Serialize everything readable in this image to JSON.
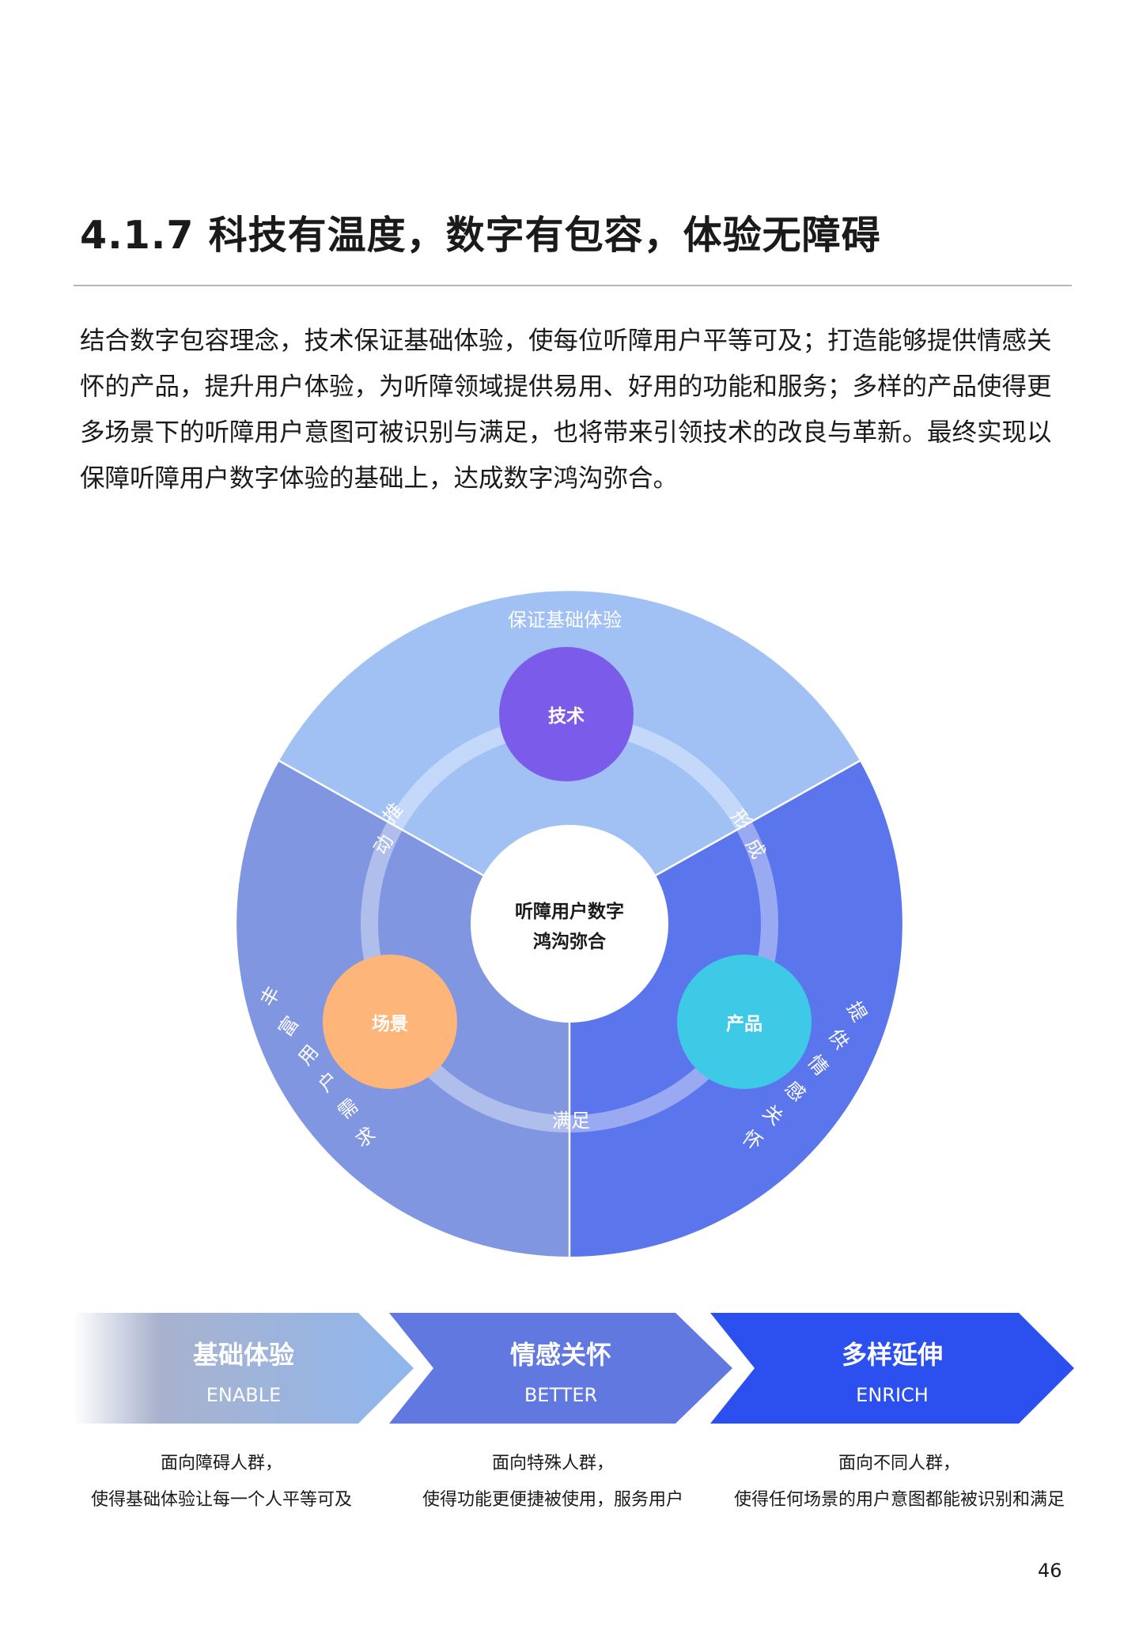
{
  "page": {
    "title": "4.1.7 科技有温度，数字有包容，体验无障碍",
    "intro": "结合数字包容理念，技术保证基础体验，使每位听障用户平等可及；打造能够提供情感关怀的产品，提升用户体验，为听障领域提供易用、好用的功能和服务；多样的产品使得更多场景下的听障用户意图可被识别与满足，也将带来引领技术的改良与革新。最终实现以保障听障用户数字体验的基础上，达成数字鸿沟弥合。",
    "number": "46"
  },
  "diagram": {
    "center_line1": "听障用户数字",
    "center_line2": "鸿沟弥合",
    "top_sector_label": "保证基础体验",
    "node_tech": "技术",
    "node_scene": "场景",
    "node_product": "产品",
    "arc_left_chars": [
      "推",
      "动"
    ],
    "arc_right_chars": [
      "形",
      "成"
    ],
    "arc_bottom_label": "满足",
    "outer_left_chars": [
      "丰",
      "富",
      "用",
      "户",
      "需",
      "求"
    ],
    "outer_right_chars": [
      "提",
      "供",
      "情",
      "感",
      "关",
      "怀"
    ],
    "colors": {
      "top_sector": "#a1c1f5",
      "left_sector": "#8096e1",
      "right_sector": "#5b76ec",
      "node_tech": "#7b5be9",
      "node_scene": "#fdb579",
      "node_product": "#3ec9e6"
    }
  },
  "stages": [
    {
      "title": "基础体验",
      "subtitle": "ENABLE",
      "desc_line1": "面向障碍人群，",
      "desc_line2": "使得基础体验让每一个人平等可及"
    },
    {
      "title": "情感关怀",
      "subtitle": "BETTER",
      "desc_line1": "面向特殊人群，",
      "desc_line2": "使得功能更便捷被使用，服务用户"
    },
    {
      "title": "多样延伸",
      "subtitle": "ENRICH",
      "desc_line1": "面向不同人群，",
      "desc_line2": "使得任何场景的用户意图都能被识别和满足"
    }
  ]
}
